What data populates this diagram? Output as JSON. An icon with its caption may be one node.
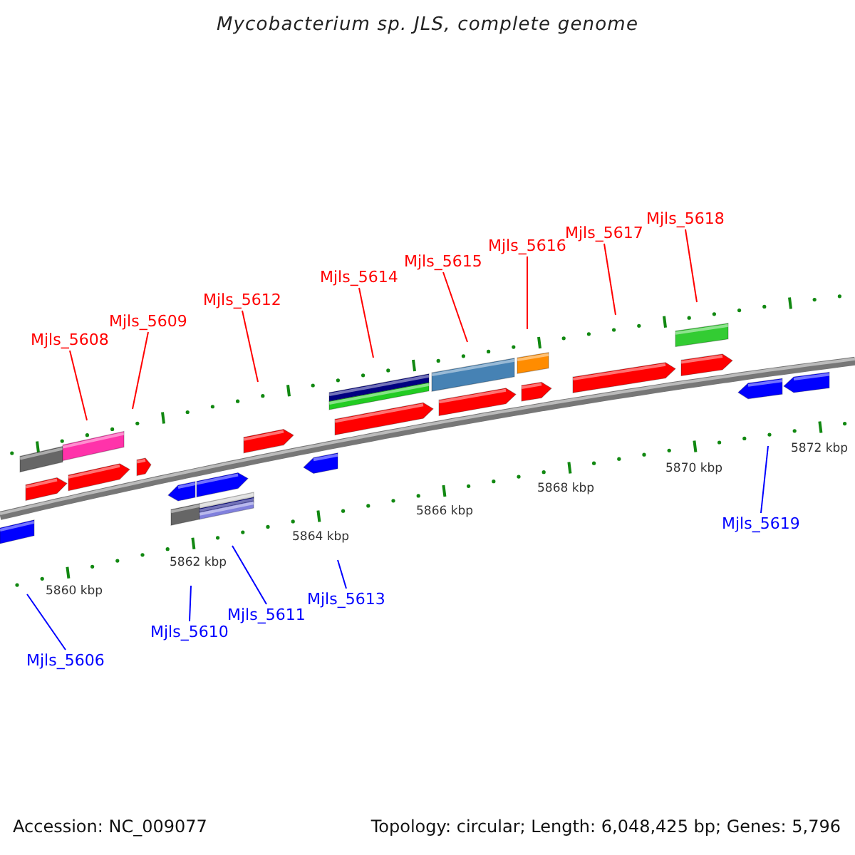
{
  "diagram": {
    "title": "Mycobacterium sp. JLS, complete genome",
    "nodes": [
      {
        "text": [
          "Mjls_5608"
        ]
      },
      {
        "text": [
          "Mjls_5609"
        ]
      },
      {
        "text": [
          "Mjls_5612"
        ]
      },
      {
        "text": [
          "Mjls_5614"
        ]
      },
      {
        "text": [
          "Mjls_5615"
        ]
      },
      {
        "text": [
          "Mjls_5616"
        ]
      },
      {
        "text": [
          "Mjls_5617"
        ]
      },
      {
        "text": [
          "Mjls_5618"
        ]
      },
      {
        "text": [
          "Mjls_5606"
        ]
      },
      {
        "text": [
          "Mjls_5610"
        ]
      },
      {
        "text": [
          "Mjls_5611"
        ]
      },
      {
        "text": [
          "Mjls_5613"
        ]
      },
      {
        "text": [
          "Mjls_5619"
        ]
      }
    ],
    "edges": [
      {
        "from": 0,
        "to": null,
        "arrow": "none"
      },
      {
        "from": 1,
        "to": null,
        "arrow": "none"
      },
      {
        "from": 2,
        "to": null,
        "arrow": "none"
      },
      {
        "from": 3,
        "to": null,
        "arrow": "none"
      },
      {
        "from": 4,
        "to": null,
        "arrow": "none"
      },
      {
        "from": 5,
        "to": null,
        "arrow": "none"
      },
      {
        "from": 6,
        "to": null,
        "arrow": "none"
      },
      {
        "from": 7,
        "to": null,
        "arrow": "none"
      },
      {
        "from": 8,
        "to": null,
        "arrow": "none",
        "color": "#0000ff"
      },
      {
        "from": 9,
        "to": null,
        "arrow": "none",
        "color": "#0000ff"
      },
      {
        "from": 10,
        "to": null,
        "arrow": "none",
        "color": "#0000ff"
      },
      {
        "from": 11,
        "to": null,
        "arrow": "none",
        "color": "#0000ff"
      },
      {
        "from": 12,
        "to": null,
        "arrow": "none",
        "color": "#0000ff"
      }
    ],
    "labels": [
      "5860 kbp",
      "5862 kbp",
      "5864 kbp",
      "5866 kbp",
      "5868 kbp",
      "5870 kbp",
      "5872 kbp",
      "Accession: NC_009077",
      "Topology: circular; Length: 6,048,425 bp; Genes: 5,796"
    ]
  }
}
